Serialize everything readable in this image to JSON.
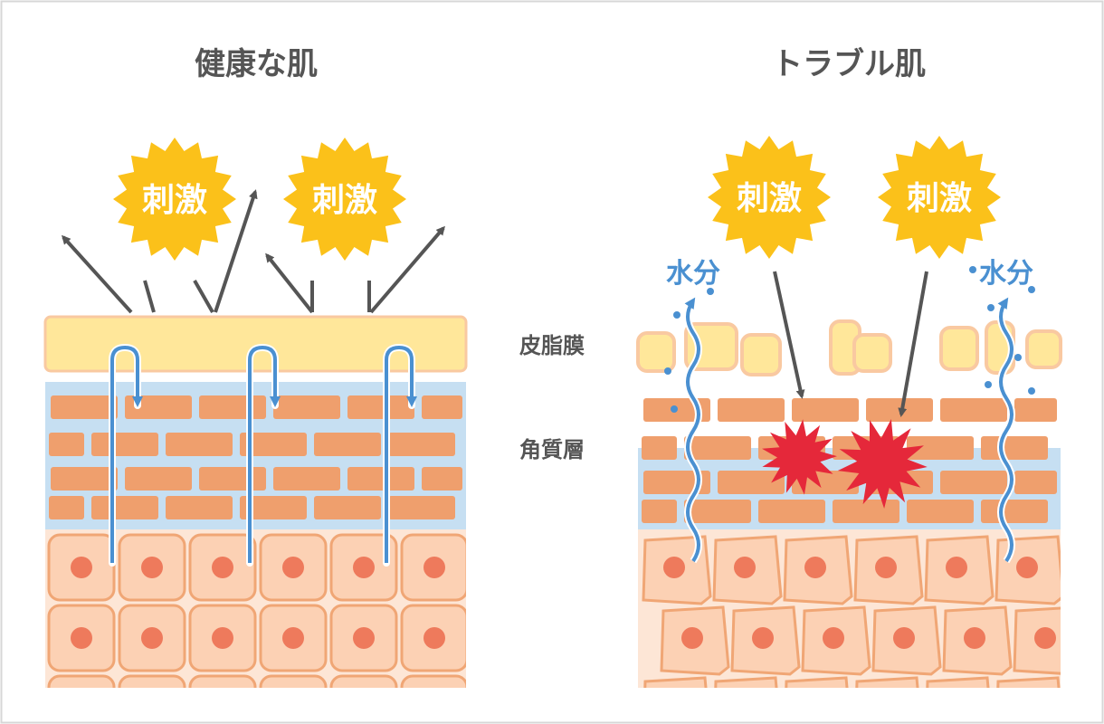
{
  "panels": {
    "healthy": {
      "title": "健康な肌"
    },
    "trouble": {
      "title": "トラブル肌"
    }
  },
  "labels": {
    "stimulus": "刺激",
    "moisture": "水分",
    "sebum_film": "皮脂膜",
    "stratum_corneum": "角質層"
  },
  "colors": {
    "frame": "#d7d7d7",
    "text_gray": "#555555",
    "burst_fill": "#fbc11a",
    "arrow_gray": "#555555",
    "sebum": "#ffe79a",
    "sebum_edge": "#f9c9a1",
    "brick": "#ef9f6d",
    "corneum_bg": "#c6dff2",
    "cell_fill": "#fcd1b4",
    "cell_edge": "#f0a675",
    "nucleus": "#ee7a5c",
    "water": "#4a90d1",
    "damage": "#e5283a"
  }
}
